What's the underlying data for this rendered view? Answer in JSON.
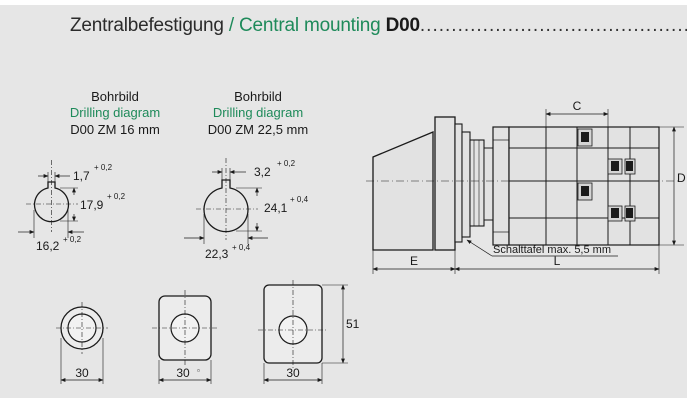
{
  "header": {
    "title_de": "Zentralbefestigung",
    "separator": " / ",
    "title_en": "Central mounting",
    "code": "D00",
    "dots": "......................................................"
  },
  "drill_left": {
    "label_de": "Bohrbild",
    "label_en": "Drilling diagram",
    "model": "D00 ZM 16 mm",
    "dim_key": "1,7",
    "dim_key_tol": "+ 0,2",
    "dim_height": "17,9",
    "dim_height_tol": "+ 0,2",
    "dim_width": "16,2",
    "dim_width_tol": "+ 0,2"
  },
  "drill_right": {
    "label_de": "Bohrbild",
    "label_en": "Drilling diagram",
    "model": "D00 ZM 22,5 mm",
    "dim_key": "3,2",
    "dim_key_tol": "+ 0,2",
    "dim_height": "24,1",
    "dim_height_tol": "+ 0,4",
    "dim_width": "22,3",
    "dim_width_tol": "+ 0,4"
  },
  "fronts": {
    "round_width": "30",
    "square_width": "30",
    "square_mark": "▫",
    "rect_width": "30",
    "rect_height": "51"
  },
  "side": {
    "dim_c": "C",
    "dim_d": "D",
    "dim_e": "E",
    "dim_l": "L",
    "panel_note": "Schalttafel max. 5,5 mm"
  },
  "colors": {
    "accent_green": "#1e8a5a",
    "background_gray": "#e6e6e6",
    "line": "#1a1a1a"
  }
}
